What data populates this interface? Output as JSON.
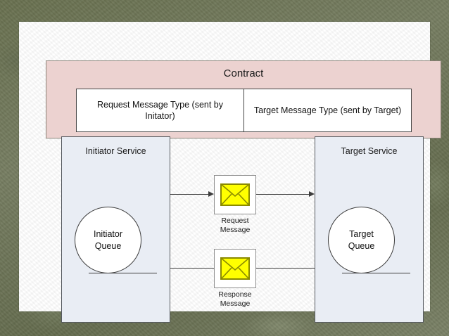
{
  "diagram": {
    "contract": {
      "title": "Contract",
      "cells": [
        "Request Message Type (sent by Initator)",
        "Target Message Type (sent by Target)"
      ]
    },
    "services": [
      {
        "title": "Initiator Service",
        "queue_label": "Initiator\nQueue",
        "queue_name": "Initiator Queue"
      },
      {
        "title": "Target Service",
        "queue_label": "Target\nQueue",
        "queue_name": "Target Queue"
      }
    ],
    "messages": [
      {
        "caption": "Request\nMessage",
        "name": "Request Message",
        "direction": "left-to-right"
      },
      {
        "caption": "Response\nMessage",
        "name": "Response Message",
        "direction": "right-to-left"
      }
    ],
    "colors": {
      "contract_fill": "#ecd2d0",
      "service_fill": "#e9edf4",
      "envelope_fill": "#ffff00",
      "envelope_stroke": "#8a8a00",
      "frame": "#6b7257",
      "page": "#ffffff",
      "line": "#3d3d3d"
    }
  }
}
